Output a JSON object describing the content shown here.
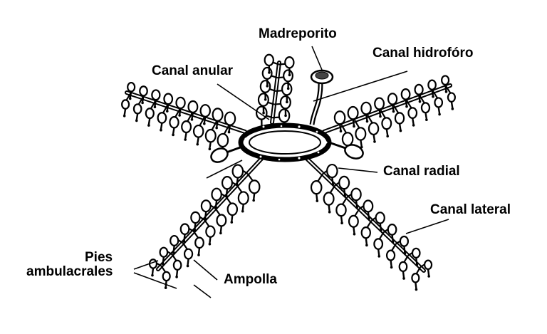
{
  "labels": {
    "madreporito": "Madreporito",
    "canal_hidroforo": "Canal hidrofóro",
    "canal_anular": "Canal anular",
    "canal_radial": "Canal radial",
    "canal_lateral": "Canal lateral",
    "pies_line1": "Pies",
    "pies_line2": "ambulacrales",
    "ampolla": "Ampolla"
  },
  "colors": {
    "ink": "#000000",
    "background": "#ffffff"
  }
}
